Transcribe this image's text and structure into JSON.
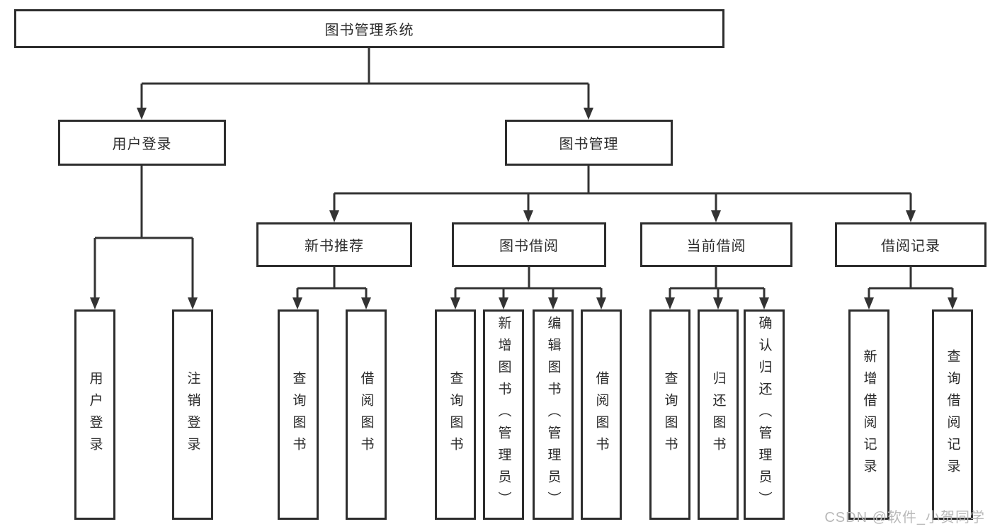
{
  "diagram": {
    "title": "图书管理系统",
    "root": {
      "label": "图书管理系统"
    },
    "level2": [
      {
        "label": "用户登录"
      },
      {
        "label": "图书管理"
      }
    ],
    "level3": [
      {
        "label": "新书推荐"
      },
      {
        "label": "图书借阅"
      },
      {
        "label": "当前借阅"
      },
      {
        "label": "借阅记录"
      }
    ],
    "leaves": [
      {
        "label": "用户登录",
        "parent": "用户登录"
      },
      {
        "label": "注销登录",
        "parent": "用户登录"
      },
      {
        "label": "查询图书",
        "parent": "新书推荐"
      },
      {
        "label": "借阅图书",
        "parent": "新书推荐"
      },
      {
        "label": "查询图书",
        "parent": "图书借阅"
      },
      {
        "label": "新增图书（管理员）",
        "parent": "图书借阅"
      },
      {
        "label": "编辑图书（管理员）",
        "parent": "图书借阅"
      },
      {
        "label": "借阅图书",
        "parent": "图书借阅"
      },
      {
        "label": "查询图书",
        "parent": "当前借阅"
      },
      {
        "label": "归还图书",
        "parent": "当前借阅"
      },
      {
        "label": "确认归还（管理员）",
        "parent": "当前借阅"
      },
      {
        "label": "新增借阅记录",
        "parent": "借阅记录"
      },
      {
        "label": "查询借阅记录",
        "parent": "借阅记录"
      }
    ]
  },
  "watermark": {
    "text": "CSDN @软件_小贺同学"
  },
  "colors": {
    "line": "#333333",
    "box_border": "#2d2d2d",
    "text": "#2b2b2b",
    "watermark": "#b9b9b9",
    "background": "#ffffff"
  }
}
